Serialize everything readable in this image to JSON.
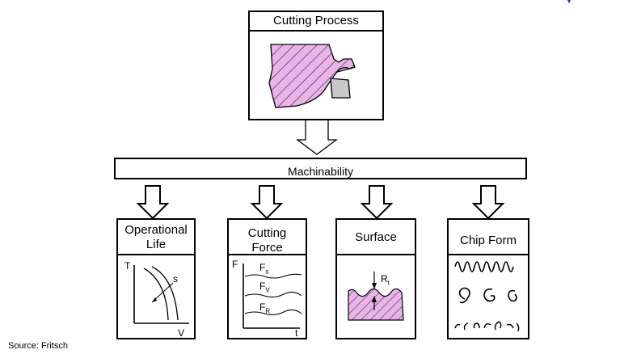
{
  "top_box": {
    "title": "Cutting Process"
  },
  "bar": {
    "label": "Machinability"
  },
  "criteria": [
    {
      "title": "Operational Life",
      "line1": "Operational",
      "line2": "Life"
    },
    {
      "title": "Cutting Force",
      "line1": "Cutting",
      "line2": "Force"
    },
    {
      "title": "Surface"
    },
    {
      "title": "Chip Form"
    }
  ],
  "life_chart": {
    "y_label": "T",
    "x_label": "V",
    "curve_label": "s"
  },
  "force_chart": {
    "y_label": "F",
    "x_label": "t",
    "series": [
      "Fs",
      "Fv",
      "FR"
    ],
    "series_main": [
      "F",
      "F",
      "F"
    ],
    "series_sub": [
      "s",
      "V",
      "R"
    ]
  },
  "surface_chart": {
    "label_main": "R",
    "label_sub": "t"
  },
  "source": "Source: Fritsch",
  "colors": {
    "hatch_fill": "#e7b6e7",
    "hatch_line": "#6a2c6a",
    "tool_gray": "#c8c8c8"
  }
}
